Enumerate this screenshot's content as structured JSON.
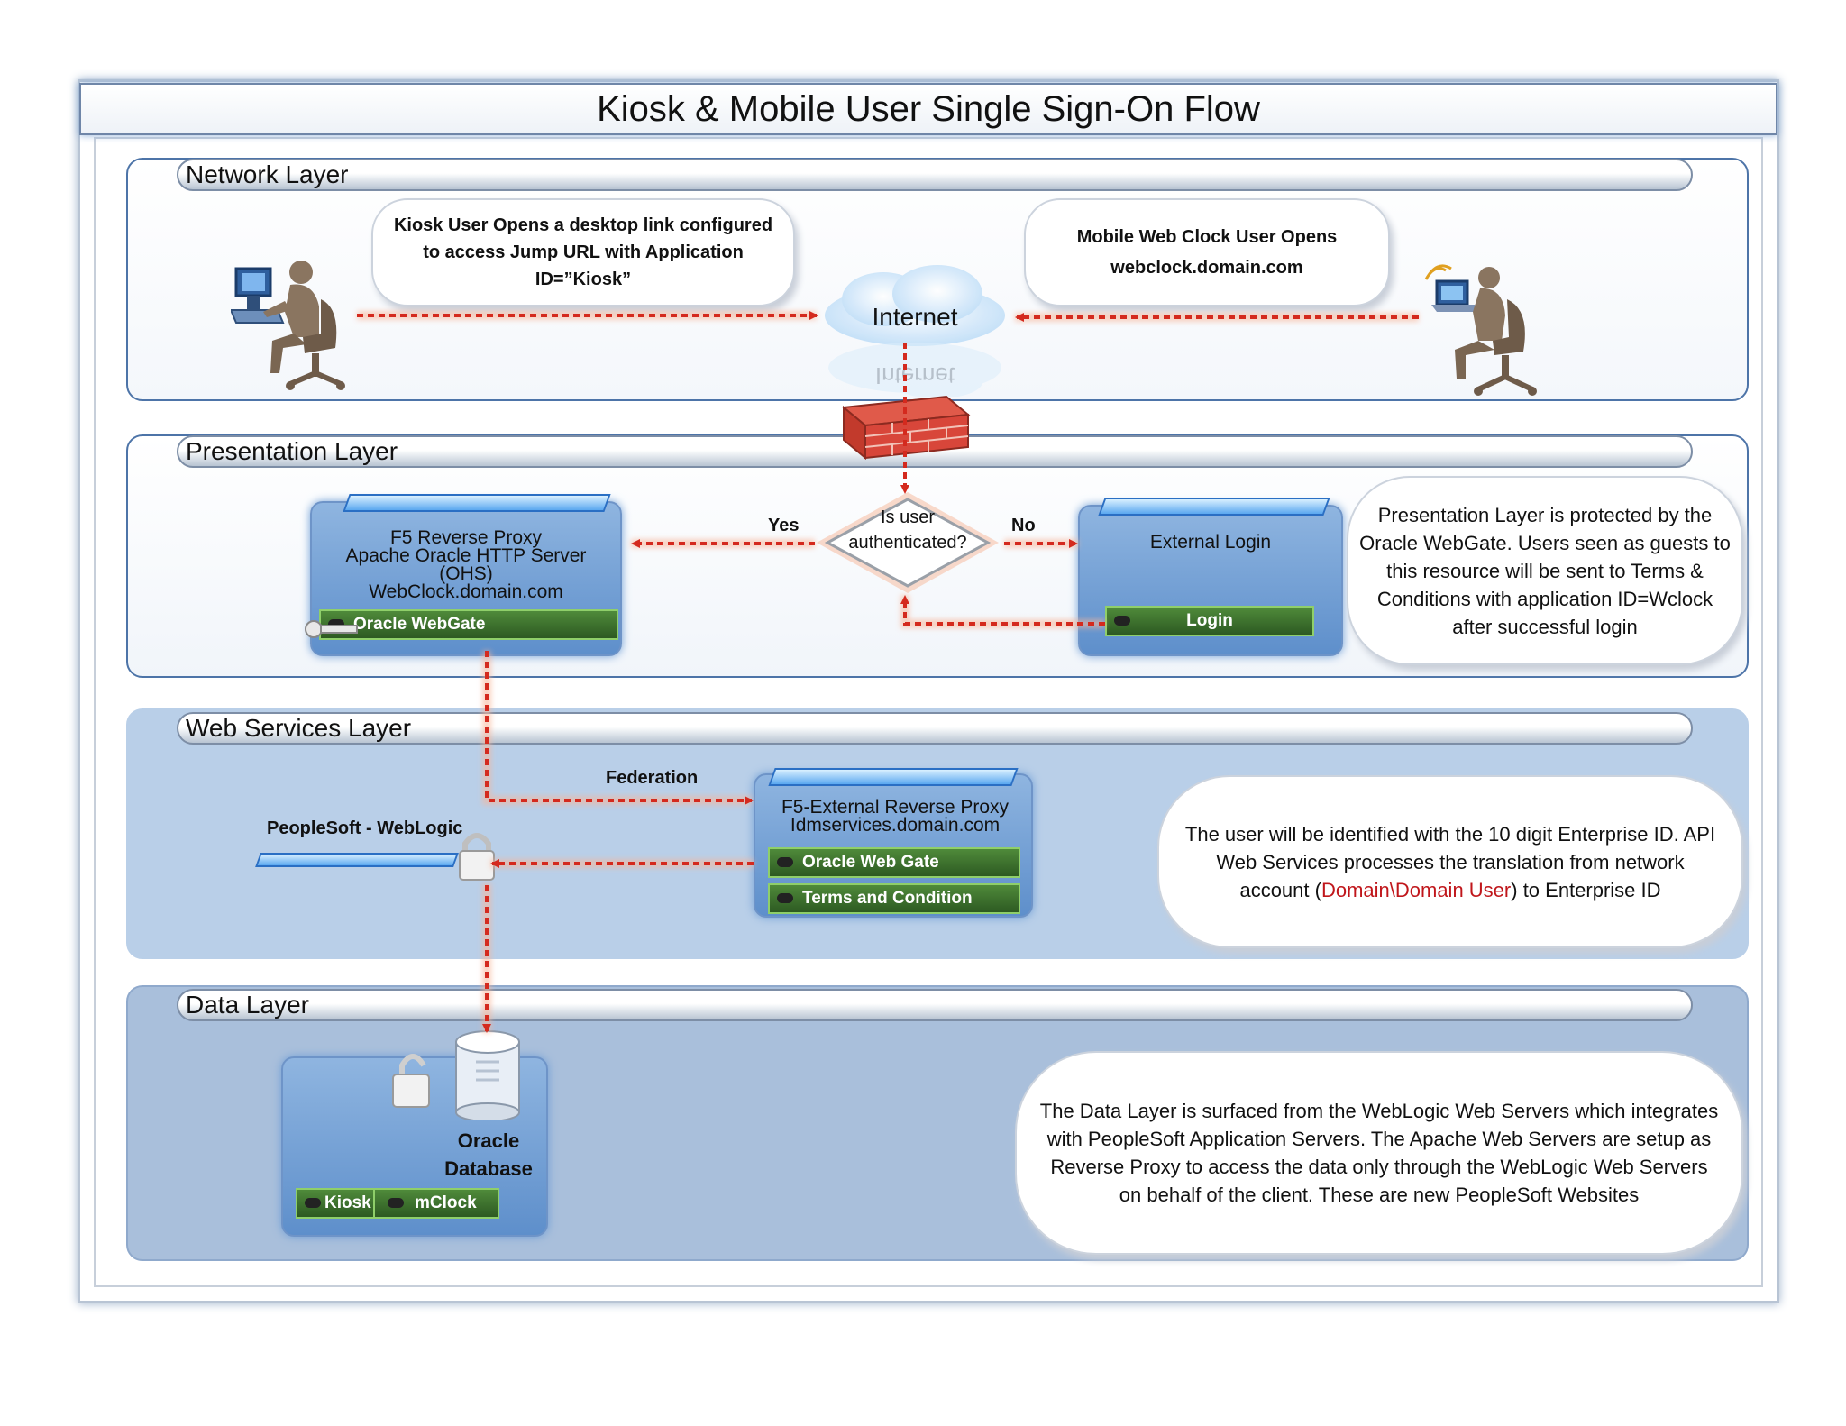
{
  "title": "Kiosk & Mobile User Single Sign-On Flow",
  "layers": {
    "network": "Network Layer",
    "presentation": "Presentation Layer",
    "web_services": "Web Services Layer",
    "data": "Data Layer"
  },
  "network": {
    "kiosk_callout": "Kiosk User Opens a desktop link configured to access Jump URL with Application ID=”Kiosk”",
    "mobile_callout_line1": "Mobile Web Clock User Opens",
    "mobile_callout_line2": "webclock.domain.com",
    "internet": "Internet"
  },
  "presentation": {
    "f5_line1": "F5 Reverse Proxy",
    "f5_line2": "Apache Oracle HTTP Server",
    "f5_line3": "(OHS)",
    "f5_line4": "WebClock.domain.com",
    "webgate": "Oracle WebGate",
    "decision_line1": "Is user",
    "decision_line2": "authenticated?",
    "yes": "Yes",
    "no": "No",
    "external_login": "External Login",
    "login": "Login",
    "note": "Presentation Layer is protected by the Oracle WebGate. Users  seen as guests to this resource will be sent to Terms & Conditions with application ID=Wclock after successful login"
  },
  "web_services": {
    "federation": "Federation",
    "peoplesoft": "PeopleSoft - WebLogic",
    "ext_line1": "F5-External Reverse Proxy",
    "ext_line2": "Idmservices.domain.com",
    "oracle_web_gate": "Oracle Web Gate",
    "terms": "Terms and Condition",
    "note_part1": "The user will be identified with the 10 digit Enterprise ID. API Web Services processes the translation from network account (",
    "note_highlight": "Domain\\Domain User",
    "note_part2": ") to Enterprise ID",
    "highlight_color": "#c0161b"
  },
  "data": {
    "db_line1": "Oracle",
    "db_line2": "Database",
    "kiosk": "Kiosk",
    "mclock": "mClock",
    "note": "The Data Layer is surfaced from the WebLogic Web Servers which integrates with PeopleSoft Application Servers. The Apache Web Servers are setup as Reverse Proxy to access the data only through the WebLogic Web Servers on behalf of the client. These are new PeopleSoft Websites"
  },
  "colors": {
    "arrow": "#d42a1e",
    "layer_border": "#4d74a8",
    "green_bar": "#2d5a22"
  }
}
